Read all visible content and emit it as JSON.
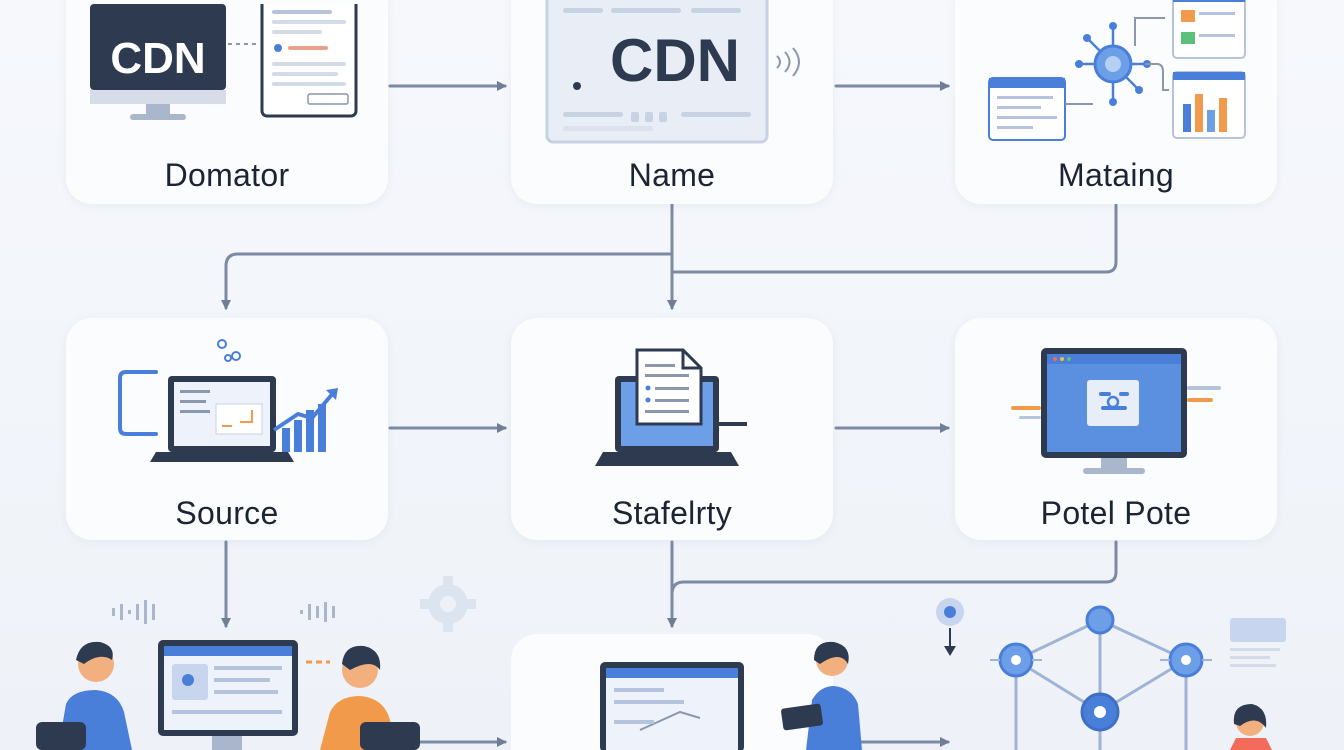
{
  "nodes": {
    "domator": {
      "label": "Domator",
      "badge": "CDN"
    },
    "name": {
      "label": "Name",
      "badge": "CDN"
    },
    "mataing": {
      "label": "Mataing"
    },
    "source": {
      "label": "Source"
    },
    "stafelrty": {
      "label": "Stafelrty"
    },
    "potel_pote": {
      "label": "Potel Pote"
    }
  },
  "colors": {
    "accent": "#4a7fd9",
    "dark": "#2e3a50",
    "arrow": "#7c8ba3",
    "orange": "#f29a4b"
  }
}
